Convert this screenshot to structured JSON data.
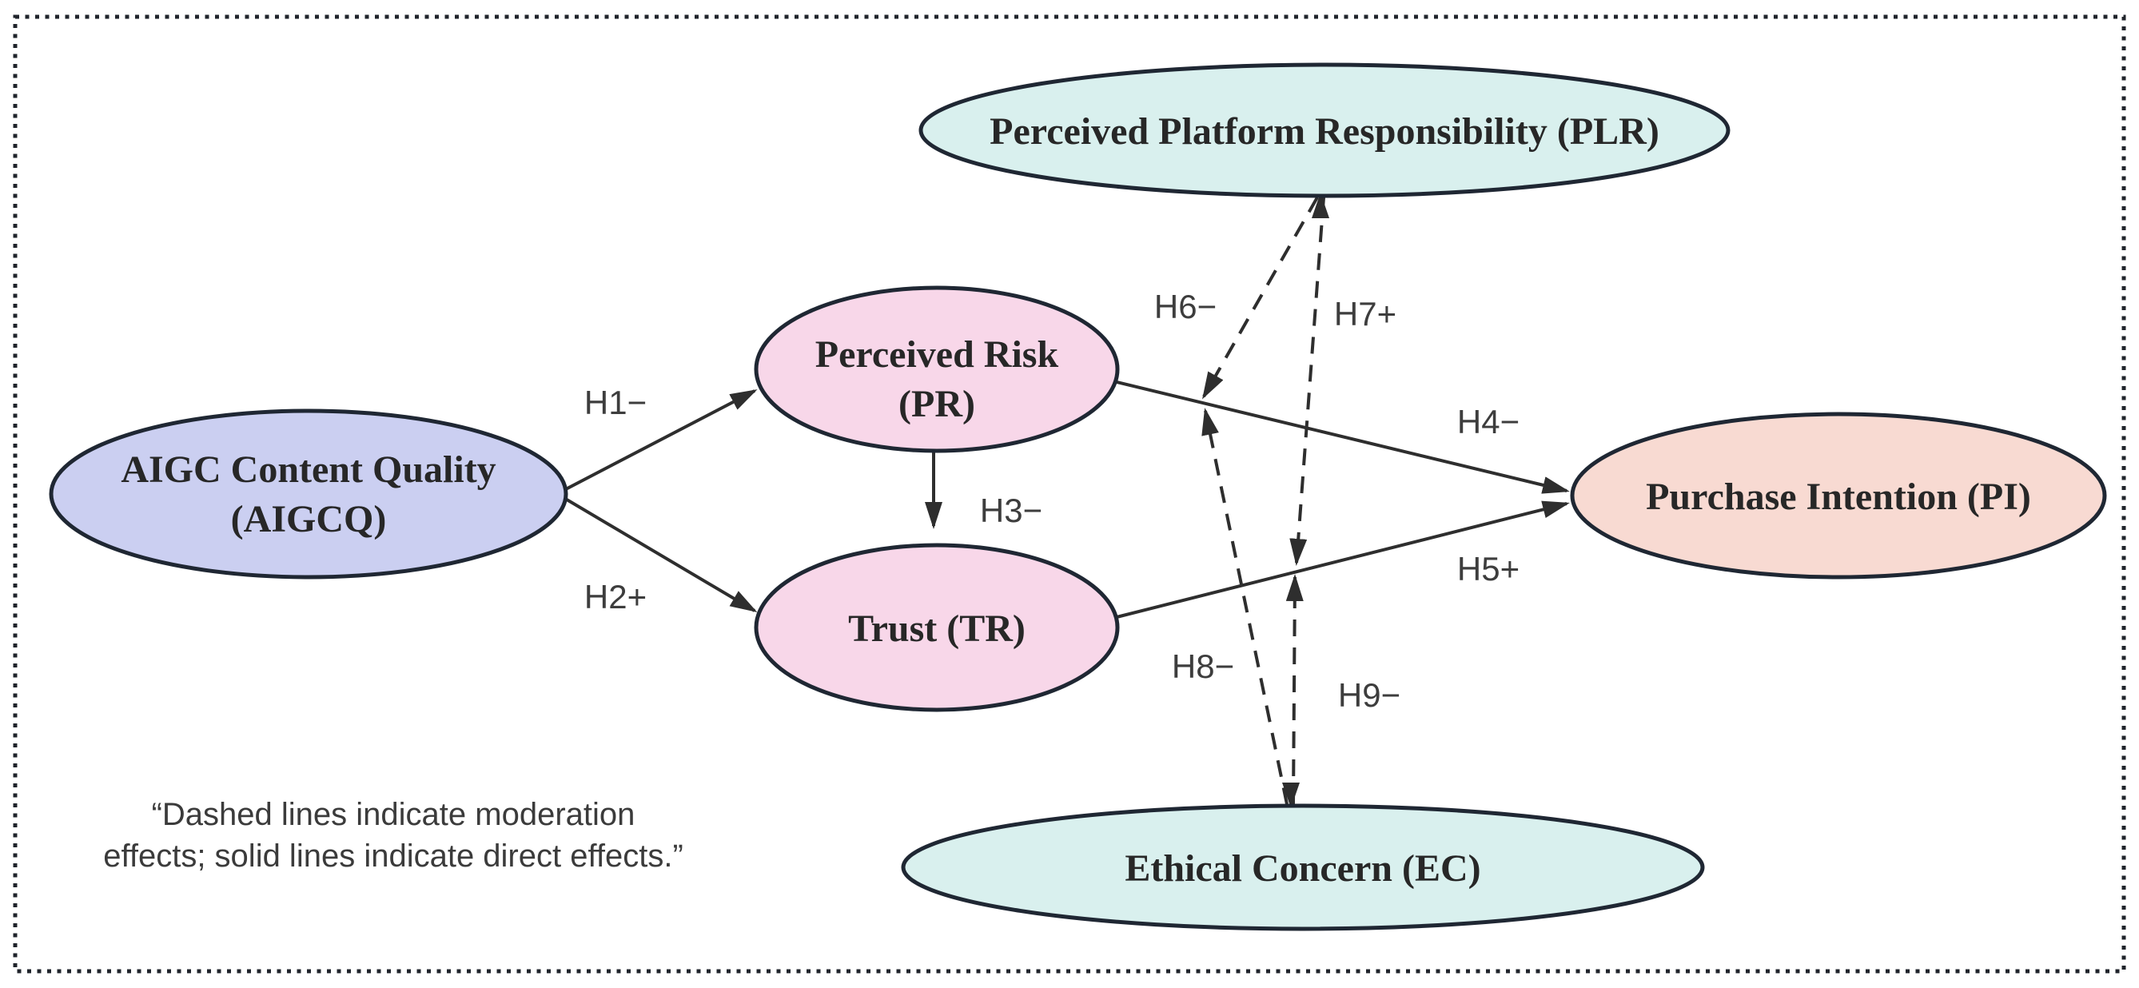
{
  "diagram": {
    "title_hidden": "",
    "note": {
      "line1": "“Dashed lines indicate moderation",
      "line2": "effects; solid lines indicate direct effects.”"
    },
    "nodes": {
      "plr": {
        "label": "Perceived Platform Responsibility (PLR)",
        "fill": "#d9f0ee"
      },
      "aigcq": {
        "line1": "AIGC Content Quality",
        "line2": "(AIGCQ)",
        "fill": "#cbcff1"
      },
      "pr": {
        "line1": "Perceived Risk",
        "line2": "(PR)",
        "fill": "#f8d7e9"
      },
      "tr": {
        "label": "Trust (TR)",
        "fill": "#f8d7e9"
      },
      "pi": {
        "label": "Purchase Intention (PI)",
        "fill": "#f8dad2"
      },
      "ec": {
        "label": "Ethical Concern (EC)",
        "fill": "#d9f0ee"
      }
    },
    "edges": {
      "h1": {
        "label": "H1−",
        "type": "solid",
        "from": "AIGCQ",
        "to": "PR"
      },
      "h2": {
        "label": "H2+",
        "type": "solid",
        "from": "AIGCQ",
        "to": "TR"
      },
      "h3": {
        "label": "H3−",
        "type": "solid",
        "from": "PR",
        "to": "TR"
      },
      "h4": {
        "label": "H4−",
        "type": "solid",
        "from": "PR",
        "to": "PI"
      },
      "h5": {
        "label": "H5+",
        "type": "solid",
        "from": "TR",
        "to": "PI"
      },
      "h6": {
        "label": "H6−",
        "type": "dashed",
        "from": "PLR",
        "to": "PR→PI path"
      },
      "h7": {
        "label": "H7+",
        "type": "dashed",
        "from": "PLR",
        "to": "TR→PI path"
      },
      "h8": {
        "label": "H8−",
        "type": "dashed",
        "from": "EC",
        "to": "PR→PI path"
      },
      "h9": {
        "label": "H9−",
        "type": "dashed",
        "from": "EC",
        "to": "TR→PI path"
      }
    }
  }
}
